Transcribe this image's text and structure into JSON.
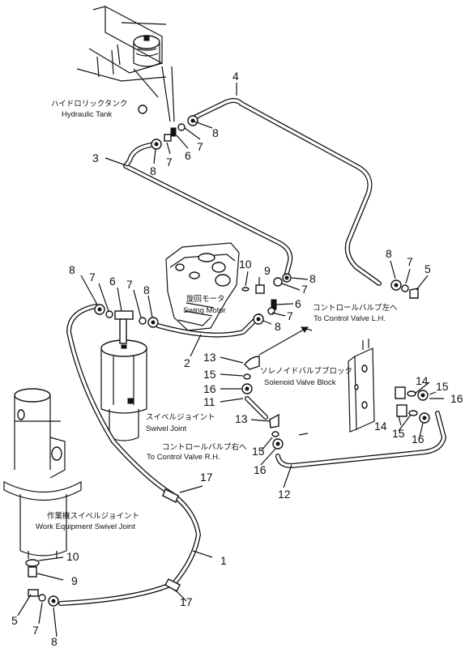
{
  "labels": {
    "hydraulic_tank_jp": "ハイドロリックタンク",
    "hydraulic_tank_en": "Hydraulic Tank",
    "swing_motor_jp": "旋回モータ",
    "swing_motor_en": "Swing Motor",
    "swivel_joint_jp": "スイベルジョイント",
    "swivel_joint_en": "Swivel Joint",
    "work_swivel_jp": "作業機スイベルジョイント",
    "work_swivel_en": "Work Equipment Swivel Joint",
    "control_lh_jp": "コントロールバルブ左へ",
    "control_lh_en": "To Control Valve L.H.",
    "control_rh_jp": "コントロールバルブ右へ",
    "control_rh_en": "To Control Valve R.H.",
    "solenoid_jp": "ソレノイドバルブブロック",
    "solenoid_en": "Solenoid Valve Block"
  },
  "callouts": {
    "c4": "4",
    "c3": "3",
    "c8_tank_r": "8",
    "c7_tank_r": "7",
    "c6_tank": "6",
    "c7_tank_l": "7",
    "c8_tank_l": "8",
    "c10_motor": "10",
    "c9_motor": "9",
    "c8_motor_a": "8",
    "c7_motor_a": "7",
    "c6_motor": "6",
    "c7_motor_b": "7",
    "c8_motor_b": "8",
    "c8_right": "8",
    "c7_right": "7",
    "c5_right": "5",
    "c8_swivel": "8",
    "c7_swivel_a": "7",
    "c6_swivel": "6",
    "c7_swivel_b": "7",
    "c8_swivel_b": "8",
    "c2": "2",
    "c13_a": "13",
    "c15_a": "15",
    "c16_a": "16",
    "c11": "11",
    "c14_a": "14",
    "c15_b": "15",
    "c16_b": "16",
    "c14_b": "14",
    "c15_c": "15",
    "c16_c": "16",
    "c13_b": "13",
    "c15_d": "15",
    "c16_d": "16",
    "c12": "12",
    "c17_a": "17",
    "c17_b": "17",
    "c1": "1",
    "c10_bottom": "10",
    "c9_bottom": "9",
    "c5_bottom": "5",
    "c7_bottom": "7",
    "c8_bottom": "8"
  }
}
